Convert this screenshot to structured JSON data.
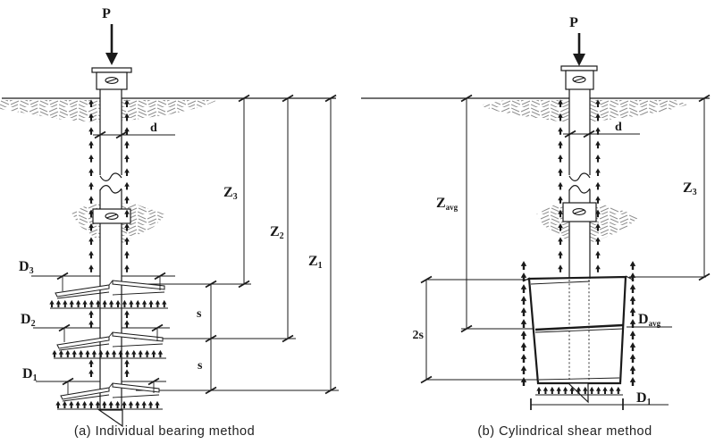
{
  "figure": {
    "captions": {
      "a": "(a) Individual bearing method",
      "b": "(b) Cylindrical shear method"
    }
  },
  "panel_a": {
    "load_label": "P",
    "shaft_diameter_label": "d",
    "depth_labels": {
      "z3": {
        "base": "Z",
        "sub": "3"
      },
      "z2": {
        "base": "Z",
        "sub": "2"
      },
      "z1": {
        "base": "Z",
        "sub": "1"
      }
    },
    "helix_labels": {
      "d3": {
        "base": "D",
        "sub": "3"
      },
      "d2": {
        "base": "D",
        "sub": "2"
      },
      "d1": {
        "base": "D",
        "sub": "1"
      }
    },
    "spacing_labels": {
      "upper": "s",
      "lower": "s"
    }
  },
  "panel_b": {
    "load_label": "P",
    "shaft_diameter_label": "d",
    "depth_labels": {
      "zavg": {
        "base": "Z",
        "sub": "avg"
      },
      "z3": {
        "base": "Z",
        "sub": "3"
      }
    },
    "helix_labels": {
      "davg": {
        "base": "D",
        "sub": "avg"
      },
      "d1": {
        "base": "D",
        "sub": "1"
      }
    },
    "spacing_labels": {
      "double": "2s"
    }
  },
  "colors": {
    "line": "#1a1a1a",
    "soil_hatch": "#8f8f8f",
    "cylinder_fill": "#c9c9c3"
  }
}
